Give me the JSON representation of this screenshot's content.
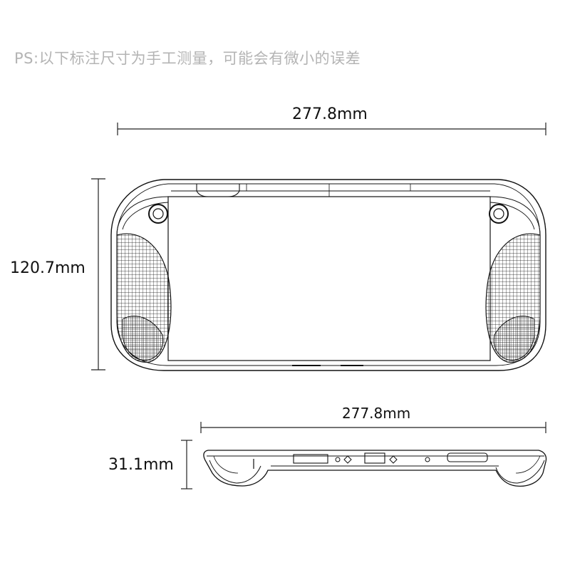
{
  "note": "PS:以下标注尺寸为手工测量，可能会有微小的误差",
  "dimensions": {
    "top_width": "277.8mm",
    "top_height": "120.7mm",
    "side_width": "277.8mm",
    "side_height": "31.1mm"
  }
}
